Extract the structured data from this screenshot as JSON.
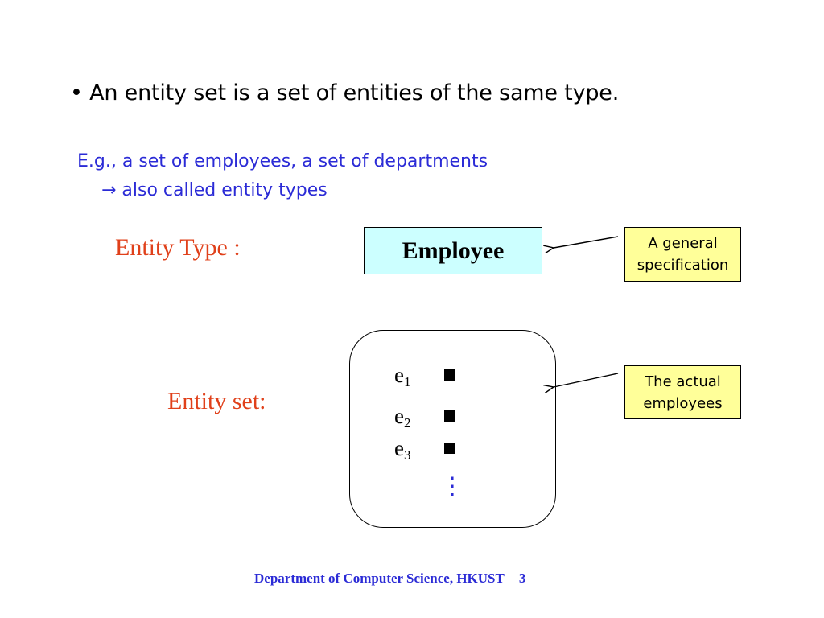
{
  "slide": {
    "bullet": "• An entity set is a set of entities of the same type.",
    "example": "E.g., a set of employees, a set of departments",
    "also_called": "→ also called entity types",
    "entity_type_label": "Entity Type :",
    "entity_set_label": "Entity set:",
    "employee_box": "Employee",
    "note_general": "A general specification",
    "note_actual": "The actual employees",
    "members": [
      {
        "letter": "e",
        "index": "1"
      },
      {
        "letter": "e",
        "index": "2"
      },
      {
        "letter": "e",
        "index": "3"
      }
    ],
    "ellipsis": "⋮",
    "footer": "Department of Computer Science, HKUST",
    "page_number": "3"
  },
  "colors": {
    "blue": "#2b2bd6",
    "red": "#e0401a",
    "cyan": "#ccffff",
    "yellow": "#ffff99"
  }
}
